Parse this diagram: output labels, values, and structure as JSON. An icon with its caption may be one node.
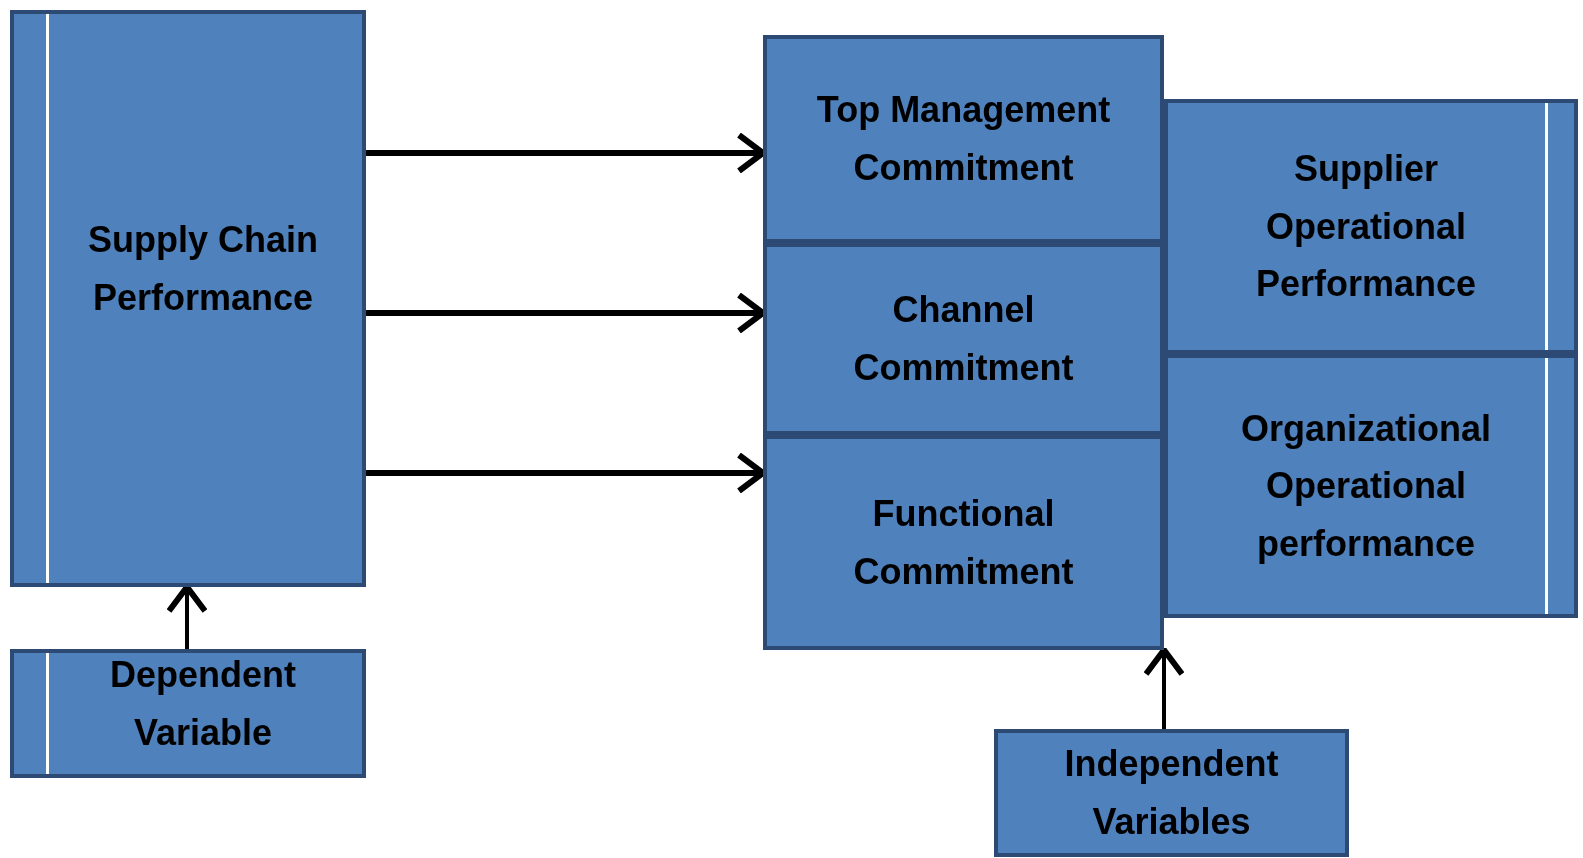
{
  "diagram": {
    "nodes": [
      {
        "text": [
          "Supply Chain Performance"
        ]
      },
      {
        "text": [
          "Top Management Commitment"
        ]
      },
      {
        "text": [
          "Channel Commitment"
        ]
      },
      {
        "text": [
          "Functional Commitment"
        ]
      },
      {
        "text": [
          "Supplier Operational Performance"
        ]
      },
      {
        "text": [
          "Organizational Operational performance"
        ]
      },
      {
        "text": [
          "Dependent Variable"
        ]
      },
      {
        "text": [
          "Independent Variables"
        ]
      }
    ],
    "edges": [
      {
        "from": 0,
        "to": 1,
        "arrow": "to"
      },
      {
        "from": 0,
        "to": 2,
        "arrow": "to"
      },
      {
        "from": 0,
        "to": 3,
        "arrow": "to"
      },
      {
        "from": 6,
        "to": 0,
        "arrow": "to"
      },
      {
        "from": 7,
        "to": 3,
        "arrow": "to"
      }
    ]
  }
}
